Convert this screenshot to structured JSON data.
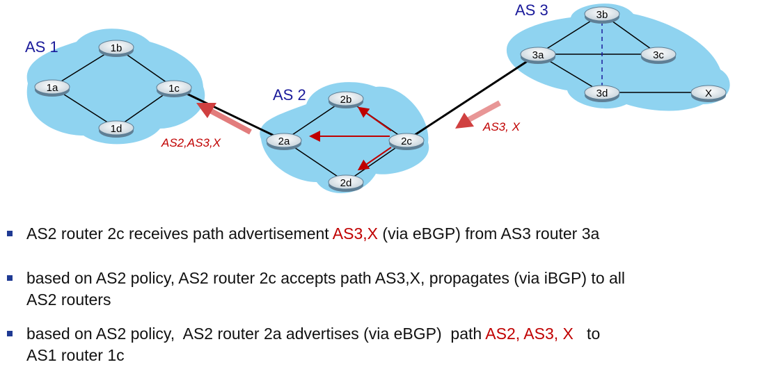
{
  "as_labels": {
    "as1": "AS 1",
    "as2": "AS 2",
    "as3": "AS 3"
  },
  "routers": {
    "r1a": "1a",
    "r1b": "1b",
    "r1c": "1c",
    "r1d": "1d",
    "r2a": "2a",
    "r2b": "2b",
    "r2c": "2c",
    "r2d": "2d",
    "r3a": "3a",
    "r3b": "3b",
    "r3c": "3c",
    "r3d": "3d",
    "rx": "X"
  },
  "advertisements": {
    "left": "AS2,AS3,X",
    "right": "AS3, X"
  },
  "bullets": {
    "b1": {
      "pre": "AS2 router 2c receives path advertisement ",
      "highlight": "AS3,X",
      "post": " (via eBGP) from AS3 router 3a"
    },
    "b2": {
      "line1": "based on AS2 policy, AS2 router 2c accepts path AS3,X, propagates (via iBGP) to all",
      "line2": "AS2 routers"
    },
    "b3": {
      "pre": "based on AS2 policy,  AS2 router 2a advertises (via eBGP)  path ",
      "highlight": "AS2, AS3, X",
      "post": "   to",
      "line2": "AS1 router 1c"
    }
  },
  "colors": {
    "cloud": "#8fd3f0",
    "as_label": "#1a1a9a",
    "highlight": "#c00000",
    "arrow": "#c00000",
    "bullet": "#1f3a93"
  }
}
